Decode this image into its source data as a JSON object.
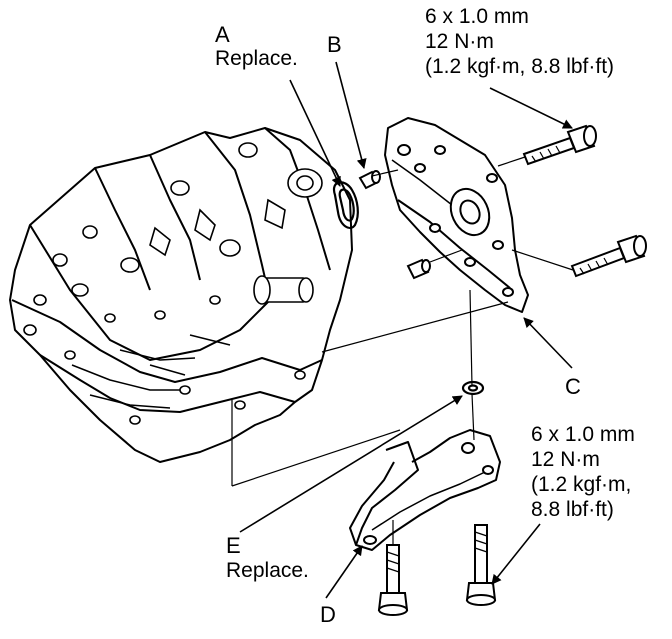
{
  "callouts": {
    "a": {
      "letter": "A",
      "note": "Replace."
    },
    "b": {
      "letter": "B"
    },
    "c": {
      "letter": "C"
    },
    "d": {
      "letter": "D"
    },
    "e": {
      "letter": "E",
      "note": "Replace."
    }
  },
  "bolt_spec_upper": {
    "size": "6 x 1.0 mm",
    "torque": "12 N·m",
    "imperial": "(1.2 kgf·m, 8.8 lbf·ft)"
  },
  "bolt_spec_lower": {
    "size": "6 x 1.0 mm",
    "torque": "12 N·m",
    "imperial_1": "(1.2 kgf·m,",
    "imperial_2": "8.8 lbf·ft)"
  }
}
